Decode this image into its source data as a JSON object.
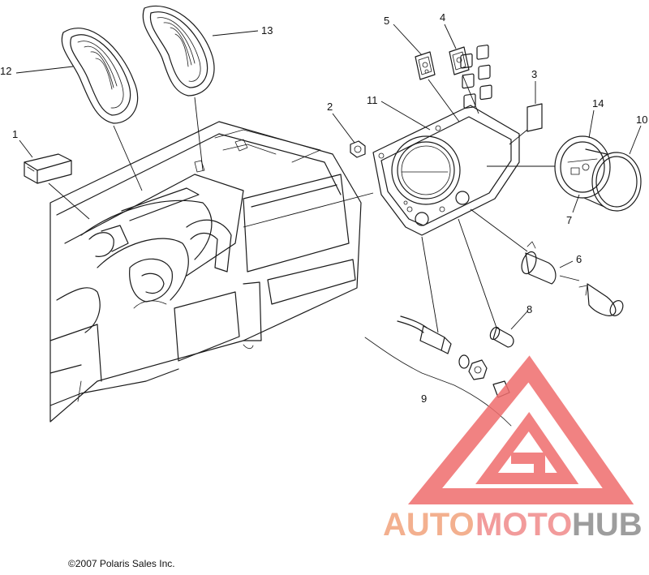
{
  "callouts": [
    {
      "id": "c1",
      "label": "1"
    },
    {
      "id": "c2",
      "label": "2"
    },
    {
      "id": "c3",
      "label": "3"
    },
    {
      "id": "c4",
      "label": "4"
    },
    {
      "id": "c5",
      "label": "5"
    },
    {
      "id": "c6",
      "label": "6"
    },
    {
      "id": "c7",
      "label": "7"
    },
    {
      "id": "c8",
      "label": "8"
    },
    {
      "id": "c9",
      "label": "9"
    },
    {
      "id": "c10",
      "label": "10"
    },
    {
      "id": "c11",
      "label": "11"
    },
    {
      "id": "c12",
      "label": "12"
    },
    {
      "id": "c13",
      "label": "13"
    },
    {
      "id": "c14",
      "label": "14"
    }
  ],
  "copyright": "©2007 Polaris Sales Inc.",
  "watermark": {
    "part1": "AUTO",
    "part2": "MOTO",
    "part3": "HUB",
    "color_light": "#f2a37c",
    "color_pink": "#f08a8a",
    "color_gray": "#8c8c8c",
    "color_triangle": "#ef6d6d"
  }
}
